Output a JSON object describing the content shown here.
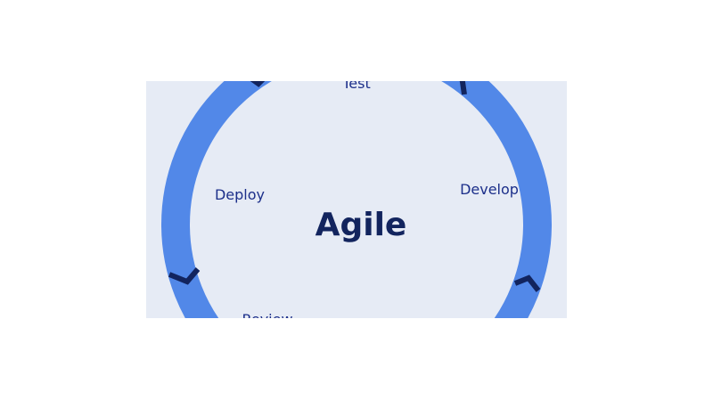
{
  "diagram": {
    "center_label": "Agile",
    "stages": [
      "Test",
      "Develop",
      "Review",
      "Deploy"
    ],
    "colors": {
      "background": "#e6ebf5",
      "ring": "#5288e8",
      "arrow_marks": "#12245e",
      "text": "#1c2f8a"
    }
  }
}
